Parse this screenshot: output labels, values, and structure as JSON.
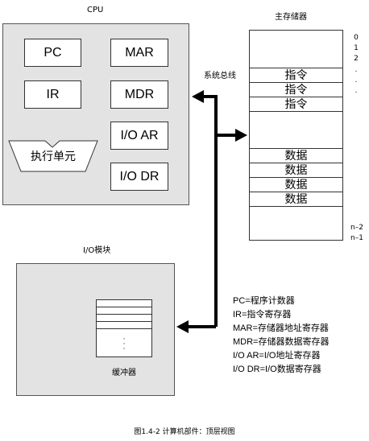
{
  "cpu": {
    "title": "CPU",
    "registers": {
      "pc": "PC",
      "mar": "MAR",
      "ir": "IR",
      "mdr": "MDR",
      "io_ar": "I/O AR",
      "io_dr": "I/O DR"
    },
    "exec_unit": "执行单元"
  },
  "memory": {
    "title": "主存储器",
    "addresses_top": [
      "0",
      "1",
      "2",
      ".",
      ".",
      "."
    ],
    "addresses_bottom": [
      "n–2",
      "n–1"
    ],
    "instruction_cells": [
      "指令",
      "指令",
      "指令"
    ],
    "data_cells": [
      "数据",
      "数据",
      "数据",
      "数据"
    ]
  },
  "bus": {
    "label": "系统总线"
  },
  "io_module": {
    "title": "I/O模块",
    "buffer_label": "缓冲器",
    "buffer_dots": [
      "·",
      "·",
      "·"
    ]
  },
  "legend": [
    "PC=程序计数器",
    "IR=指令寄存器",
    "MAR=存储器地址寄存器",
    "MDR=存储器数据寄存器",
    "I/O AR=I/O地址寄存器",
    "I/O DR=I/O数据寄存器"
  ],
  "caption": "图1.4-2 计算机部件：顶层视图"
}
